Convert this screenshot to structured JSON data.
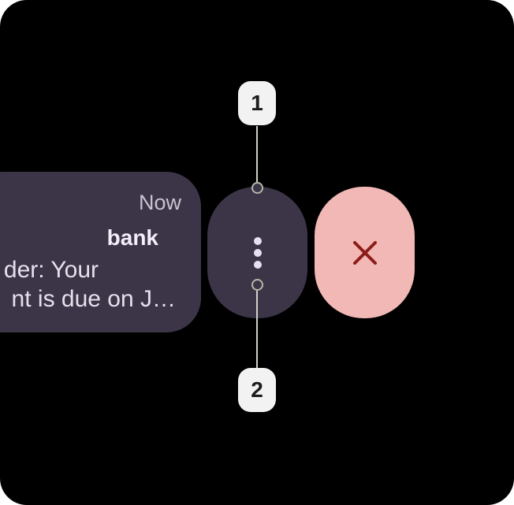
{
  "notification": {
    "time": "Now",
    "sender": "bank",
    "line1": "der: Your",
    "line2": "nt is due on J…"
  },
  "actions": {
    "more": {
      "icon": "more-vert-icon"
    },
    "dismiss": {
      "icon": "close-icon"
    }
  },
  "callouts": [
    {
      "label": "1"
    },
    {
      "label": "2"
    }
  ],
  "colors": {
    "background": "#000000",
    "surface": "#3b3547",
    "dismiss": "#f2b8b5",
    "dismiss_icon": "#8c1d18",
    "badge": "#f2f2f2"
  }
}
